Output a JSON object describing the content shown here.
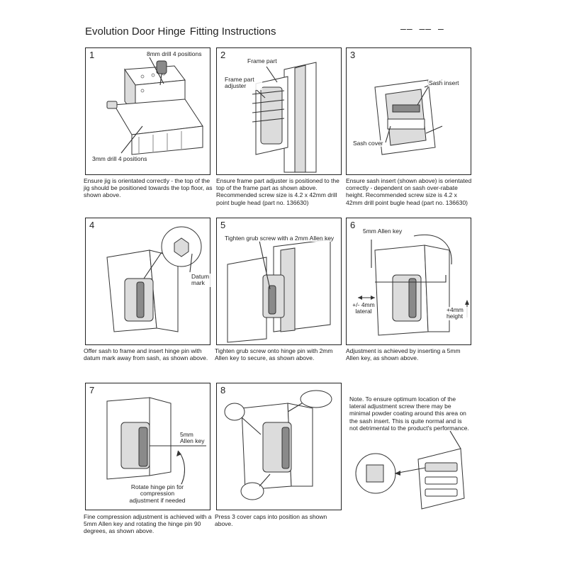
{
  "header": {
    "title": "Evolution Door Hinge",
    "subtitle": "Fitting Instructions",
    "marks": "—— —— —"
  },
  "panels": [
    {
      "number": "1",
      "labels": [
        "8mm drill 4 positions",
        "3mm drill 4 positions"
      ],
      "caption": "Ensure jig is orientated correctly - the top of the jig should be positioned towards the top floor, as shown above."
    },
    {
      "number": "2",
      "labels": [
        "Frame part",
        "Frame part adjuster"
      ],
      "caption": "Ensure frame part adjuster is positioned to the top of the frame part as shown above. Recommended screw size is 4.2 x 42mm drill point bugle head (part no. 136630)"
    },
    {
      "number": "3",
      "labels": [
        "Sash insert",
        "Sash cover"
      ],
      "caption": "Ensure sash insert (shown above) is orientated correctly - dependent on sash over-rabate height. Recommended screw size is 4.2 x 42mm drill point bugle head (part no. 136630)"
    },
    {
      "number": "4",
      "labels": [
        "Datum mark"
      ],
      "caption": "Offer sash to frame and insert hinge pin with datum mark away from sash, as shown above."
    },
    {
      "number": "5",
      "labels": [
        "Tighten grub screw with a 2mm Allen key"
      ],
      "caption": "Tighten grub screw onto hinge pin with 2mm Allen key to secure, as shown above."
    },
    {
      "number": "6",
      "labels": [
        "5mm Allen key",
        "+/- 4mm lateral",
        "+4mm height"
      ],
      "caption": "Adjustment is achieved by inserting a 5mm Allen key, as shown above."
    },
    {
      "number": "7",
      "labels": [
        "5mm Allen key",
        "Rotate hinge pin for compression adjustment if needed"
      ],
      "caption": "Fine compression adjustment is achieved with a 5mm Allen key and rotating the hinge pin 90 degrees, as shown above."
    },
    {
      "number": "8",
      "labels": [],
      "caption": "Press 3 cover caps into position as shown above."
    }
  ],
  "note": "Note. To ensure optimum location of the lateral adjustment screw there may be minimal powder coating around this area on the sash insert. This is quite normal and is not detrimental to the product's performance."
}
